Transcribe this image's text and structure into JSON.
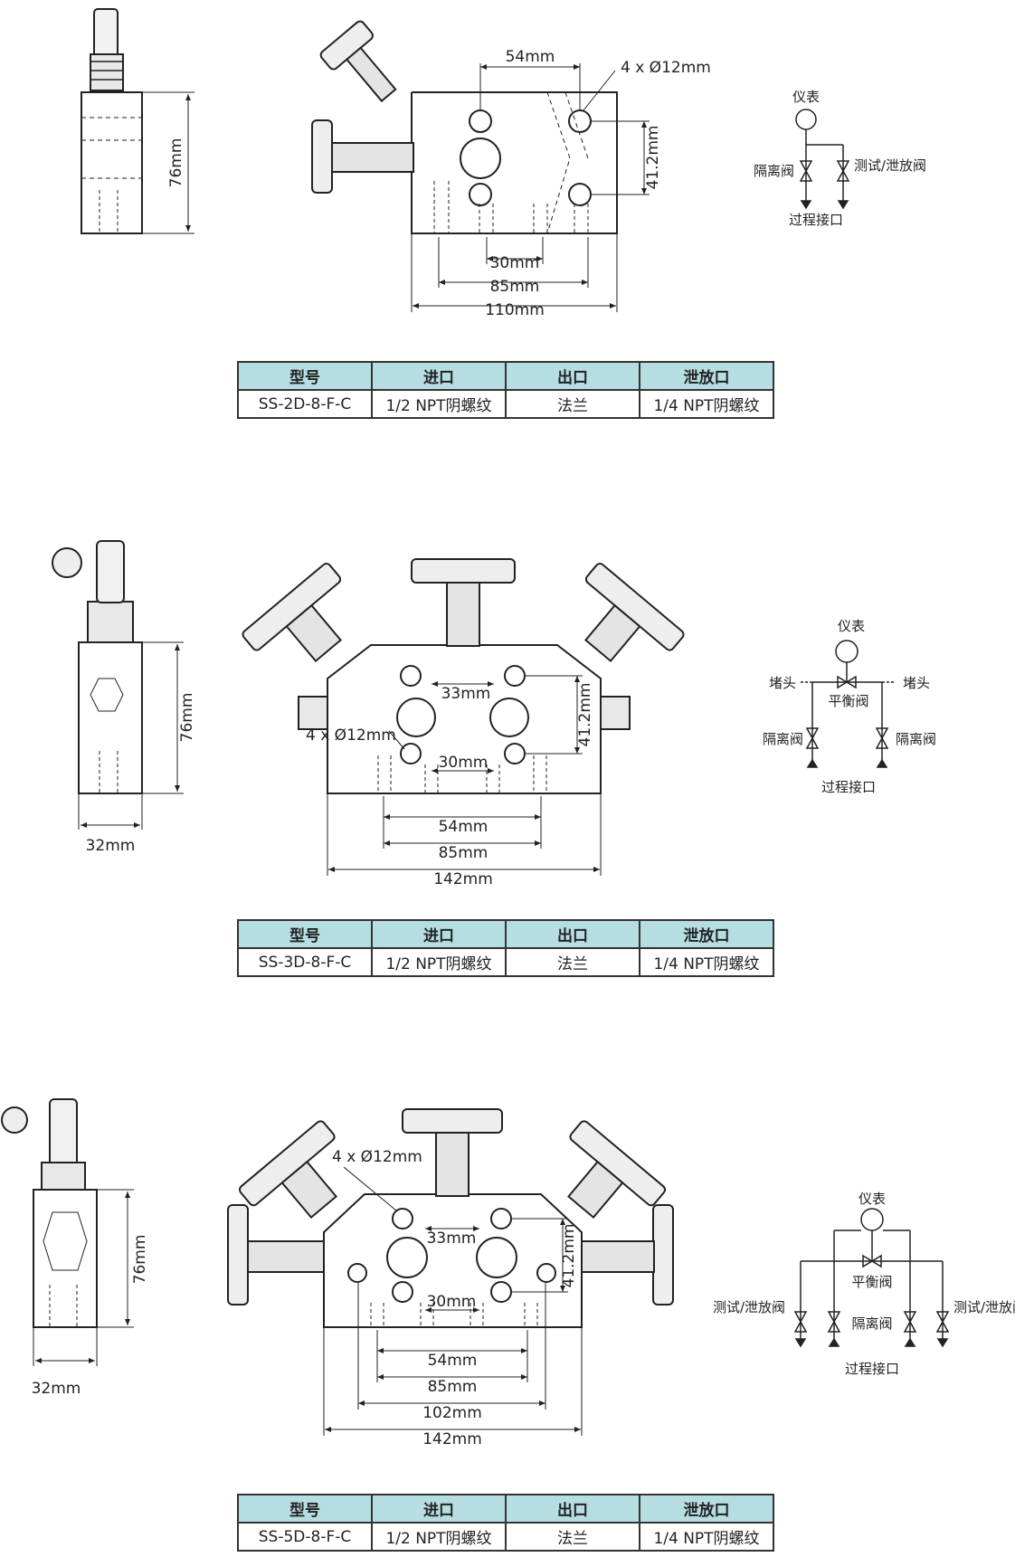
{
  "section1": {
    "dims": {
      "d54": "54mm",
      "holes": "4 x Ø12mm",
      "d412": "41.2mm",
      "d76": "76mm",
      "d30": "30mm",
      "d85": "85mm",
      "d110": "110mm"
    },
    "schematic": {
      "instrument": "仪表",
      "iso_valve": "隔离阀",
      "test_vent": "测试/泄放阀",
      "process": "过程接口"
    },
    "table": {
      "headers": [
        "型号",
        "进口",
        "出口",
        "泄放口"
      ],
      "row": [
        "SS-2D-8-F-C",
        "1/2 NPT阴螺纹",
        "法兰",
        "1/4 NPT阴螺纹"
      ]
    }
  },
  "section2": {
    "dims": {
      "d76": "76mm",
      "d32": "32mm",
      "d33": "33mm",
      "holes": "4 x Ø12mm",
      "d412": "41.2mm",
      "d30": "30mm",
      "d54": "54mm",
      "d85": "85mm",
      "d142": "142mm"
    },
    "schematic": {
      "instrument": "仪表",
      "plug_l": "堵头",
      "plug_r": "堵头",
      "balance": "平衡阀",
      "iso_l": "隔离阀",
      "iso_r": "隔离阀",
      "process": "过程接口"
    },
    "table": {
      "headers": [
        "型号",
        "进口",
        "出口",
        "泄放口"
      ],
      "row": [
        "SS-3D-8-F-C",
        "1/2 NPT阴螺纹",
        "法兰",
        "1/4 NPT阴螺纹"
      ]
    }
  },
  "section3": {
    "dims": {
      "d76": "76mm",
      "d32": "32mm",
      "holes": "4 x Ø12mm",
      "d33": "33mm",
      "d412": "41.2mm",
      "d30": "30mm",
      "d54": "54mm",
      "d85": "85mm",
      "d102": "102mm",
      "d142": "142mm"
    },
    "schematic": {
      "instrument": "仪表",
      "balance": "平衡阀",
      "test_l": "测试/泄放阀",
      "test_r": "测试/泄放阀",
      "iso": "隔离阀",
      "process": "过程接口"
    },
    "table": {
      "headers": [
        "型号",
        "进口",
        "出口",
        "泄放口"
      ],
      "row": [
        "SS-5D-8-F-C",
        "1/2 NPT阴螺纹",
        "法兰",
        "1/4 NPT阴螺纹"
      ]
    }
  }
}
